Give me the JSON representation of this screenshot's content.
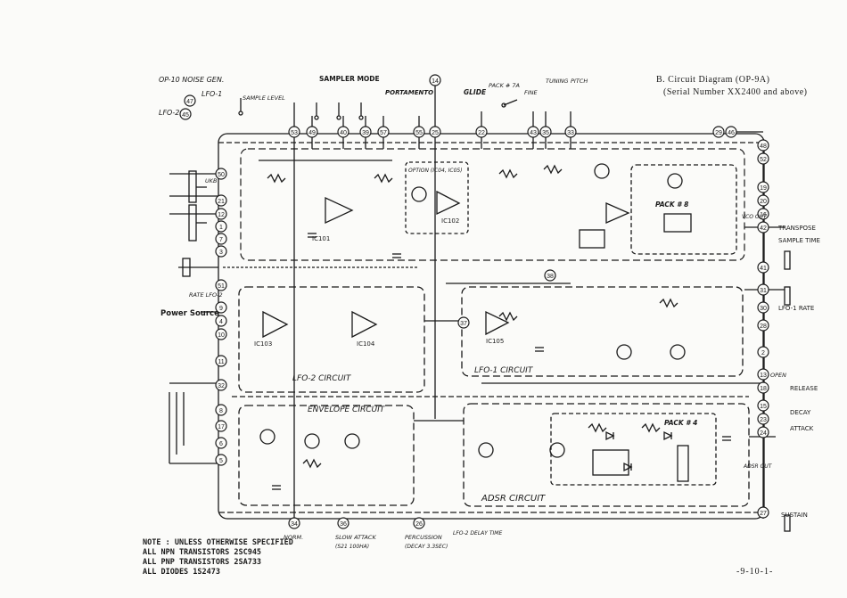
{
  "header": {
    "title": "B. Circuit Diagram (OP-9A)",
    "serial": "(Serial Number XX2400 and above)"
  },
  "notes": [
    "NOTE : UNLESS OTHERWISE SPECIFIED",
    "ALL NPN TRANSISTORS 2SC945",
    "ALL PNP TRANSISTORS 2SA733",
    "ALL DIODES 1S2473"
  ],
  "page_number": "-9-10-1-",
  "blocks": {
    "lfo2": "LFO-2 CIRCUIT",
    "lfo1": "LFO-1 CIRCUIT",
    "envelope": "ENVELOPE CIRCUIT",
    "adsr": "ADSR CIRCUIT",
    "pack8": "PACK # 8",
    "pack4": "PACK # 4",
    "option": "OPTION (IC04, IC05)"
  },
  "top_labels": {
    "noise_gen": "OP-10 NOISE GEN.",
    "lfo1_in": "LFO-1",
    "lfo2_in": "LFO-2",
    "sample_level": "SAMPLE LEVEL",
    "sampler_mode": "SAMPLER MODE",
    "portamento": "PORTAMENTO",
    "glide": "GLIDE",
    "pack7a": "PACK # 7A",
    "fine": "FINE",
    "tuning": "TUNING",
    "pitch": "PITCH"
  },
  "left_labels": {
    "power_source": "Power Source",
    "rate": "RATE LFO-2",
    "ukb": "UKB"
  },
  "right_labels": {
    "transpose": "TRANSPOSE",
    "sample_time": "SAMPLE TIME",
    "lfo1_rate": "LFO-1 RATE",
    "release": "RELEASE",
    "decay": "DECAY",
    "attack": "ATTACK",
    "sustain": "SUSTAIN",
    "vco_out": "VCO OUT",
    "adsr_out": "ADSR OUT",
    "open": "OPEN"
  },
  "bottom_labels": {
    "norm": "NORM.",
    "slow_attack": "SLOW ATTACK",
    "slow_attack_sub": "(S21 100HA)",
    "percussion": "PERCUSSION",
    "percussion_sub": "(DECAY 3.3SEC)",
    "lfo2_delay": "LFO-2 DELAY TIME"
  },
  "ic_labels": [
    "IC101",
    "IC102",
    "IC103",
    "IC104",
    "IC105"
  ],
  "terminals": [
    "14",
    "47",
    "45",
    "53",
    "49",
    "40",
    "39",
    "57",
    "55",
    "25",
    "22",
    "43",
    "35",
    "33",
    "46",
    "48",
    "52",
    "50",
    "19",
    "20",
    "16",
    "21",
    "12",
    "1",
    "7",
    "3",
    "9",
    "4",
    "10",
    "11",
    "51",
    "8",
    "17",
    "6",
    "5",
    "34",
    "36",
    "26",
    "37",
    "42",
    "41",
    "31",
    "30",
    "18",
    "15",
    "23",
    "24",
    "28",
    "2",
    "13",
    "27",
    "29",
    "38",
    "32"
  ]
}
